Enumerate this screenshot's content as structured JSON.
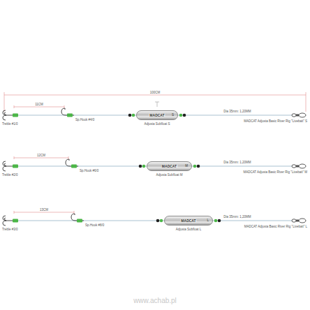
{
  "diagram": {
    "nodes": [
      {
        "text": [
          "MADCAT",
          "S"
        ]
      },
      {
        "text": [
          "MADCAT",
          "M"
        ]
      },
      {
        "text": [
          "MADCAT",
          "L"
        ]
      }
    ],
    "labels": [
      "100CM",
      "11CM",
      "Treble #1/0",
      "Sp.Hook #4/0",
      "Adjusta Subfloat S",
      "Dia 35mm: 1,20MM",
      "MADCAT Adjusta Basic River Rig \"Livebait\" S",
      "12CM",
      "Treble #2/0",
      "Sp.Hook #6/0",
      "Adjusta Subfloat M",
      "Dia 35mm: 1,20MM",
      "MADCAT Adjusta Basic River Rig \"Livebait\" M",
      "13CM",
      "Treble #3/0",
      "Sp.Hook #8/0",
      "Adjusta Subfloat L",
      "Dia 35mm: 1,20MM",
      "MADCAT Adjusta Basic River Rig \"Livebait\" L",
      "www.achab.pl"
    ]
  }
}
